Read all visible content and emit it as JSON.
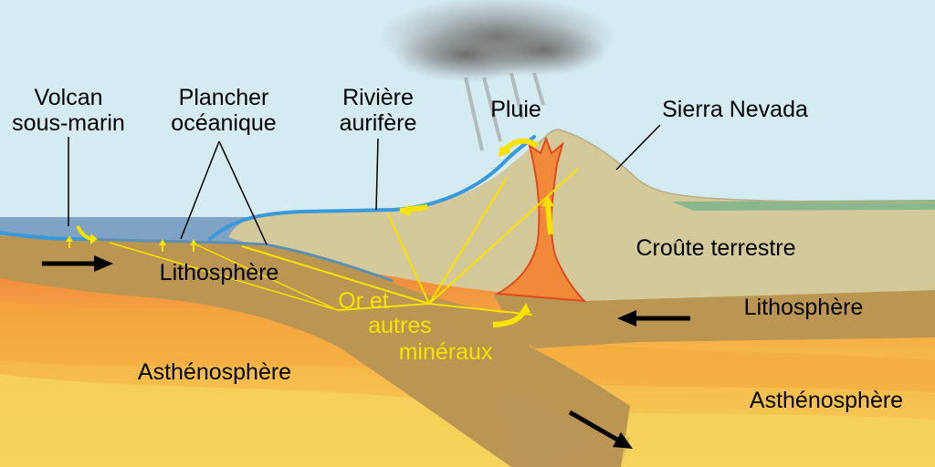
{
  "labels": {
    "volcan_line1": "Volcan",
    "volcan_line2": "sous-marin",
    "plancher_line1": "Plancher",
    "plancher_line2": "océanique",
    "riviere_line1": "Rivière",
    "riviere_line2": "aurifère",
    "pluie": "Pluie",
    "sierra": "Sierra Nevada",
    "croute": "Croûte terrestre",
    "litho_left": "Lithosphère",
    "litho_right": "Lithosphère",
    "astheno_left": "Asthénosphère",
    "astheno_right": "Asthénosphère",
    "or_line1": "Or et",
    "or_line2": "autres",
    "or_line3": "minéraux"
  },
  "colors": {
    "sky": "#d4ebf2",
    "ocean": "#7fa3c4",
    "river": "#3a9ad9",
    "crust": "#d4c99b",
    "lithosphere": "#bb9552",
    "asthenosphere": "#f4a83d",
    "magma": "#f08a3a",
    "mineral_arrow": "#f7e200",
    "motion_arrow": "#000000",
    "land_green": "#8ab88c"
  }
}
